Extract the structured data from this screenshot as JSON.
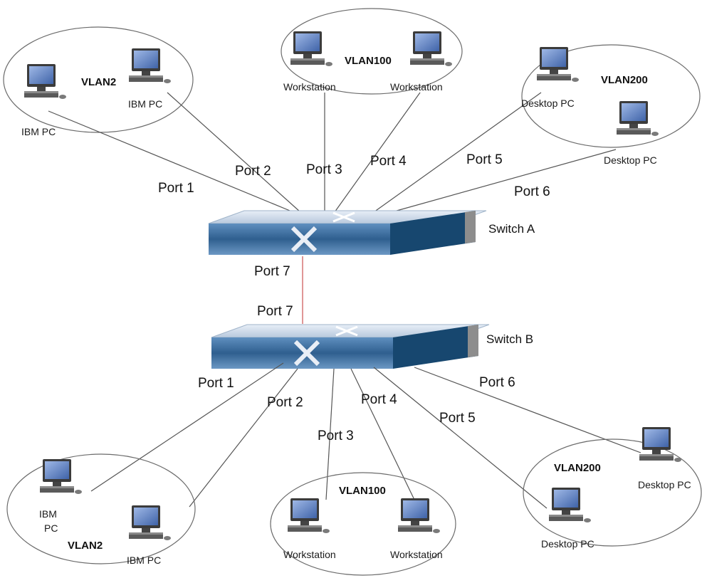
{
  "switches": {
    "a": {
      "label": "Switch A"
    },
    "b": {
      "label": "Switch B"
    }
  },
  "trunk": {
    "upper_port": "Port 7",
    "lower_port": "Port 7"
  },
  "top": {
    "ports": [
      "Port 1",
      "Port 2",
      "Port 3",
      "Port 4",
      "Port 5",
      "Port 6"
    ],
    "vlan2": {
      "name": "VLAN2",
      "devices": [
        "IBM PC",
        "IBM PC"
      ]
    },
    "vlan100": {
      "name": "VLAN100",
      "devices": [
        "Workstation",
        "Workstation"
      ]
    },
    "vlan200": {
      "name": "VLAN200",
      "devices": [
        "Desktop PC",
        "Desktop PC"
      ]
    }
  },
  "bottom": {
    "ports": [
      "Port 1",
      "Port 2",
      "Port 3",
      "Port 4",
      "Port 5",
      "Port 6"
    ],
    "vlan2": {
      "name": "VLAN2",
      "devices": [
        "IBM",
        "PC",
        "IBM PC"
      ]
    },
    "vlan100": {
      "name": "VLAN100",
      "devices": [
        "Workstation",
        "Workstation"
      ]
    },
    "vlan200": {
      "name": "VLAN200",
      "devices": [
        "Desktop PC",
        "Desktop PC"
      ]
    }
  },
  "colors": {
    "switch_top": "#c9d6e6",
    "switch_front": "#3f6f9c",
    "switch_side": "#1d4f7c",
    "monitor_frame": "#4a4a4a",
    "screen": "#6a8cc8",
    "trunk_line": "#d36a6a"
  },
  "icons": [
    "computer-monitor-icon",
    "network-switch-icon"
  ]
}
